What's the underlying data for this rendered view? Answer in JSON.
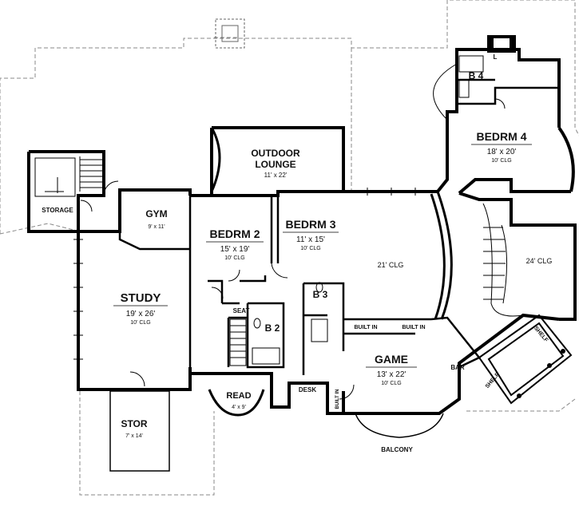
{
  "rooms": {
    "outdoor_lounge": {
      "name_line1": "OUTDOOR",
      "name_line2": "LOUNGE",
      "size": "11' x 22'"
    },
    "gym": {
      "name": "GYM",
      "size": "9' x 11'"
    },
    "storage": {
      "name": "STORAGE"
    },
    "study": {
      "name": "STUDY",
      "size": "19' x 26'",
      "ceiling": "10' CLG"
    },
    "bedrm2": {
      "name": "BEDRM 2",
      "size": "15' x 19'",
      "ceiling": "10' CLG"
    },
    "bedrm3": {
      "name": "BEDRM 3",
      "size": "11' x 15'",
      "ceiling": "10' CLG"
    },
    "bedrm4": {
      "name": "BEDRM 4",
      "size": "18' x 20'",
      "ceiling": "10' CLG"
    },
    "b2": {
      "name": "B 2"
    },
    "b3": {
      "name": "B 3"
    },
    "b4": {
      "name": "B 4"
    },
    "seat": {
      "name": "SEAT"
    },
    "read": {
      "name": "READ",
      "size": "4' x 9'"
    },
    "desk": {
      "name": "DESK"
    },
    "stor": {
      "name": "STOR",
      "size": "7' x 14'"
    },
    "game": {
      "name": "GAME",
      "size": "13' x 22'",
      "ceiling": "10' CLG"
    },
    "open_hall": {
      "ceiling": "21' CLG"
    },
    "stair_hall": {
      "ceiling": "24' CLG"
    },
    "balcony": {
      "name": "BALCONY"
    },
    "bar": {
      "name": "BAR"
    },
    "built_in_1": {
      "name": "BUILT IN"
    },
    "built_in_2": {
      "name": "BUILT IN"
    },
    "built_in_3": {
      "name": "BUILT IN"
    },
    "shelf_1": {
      "name": "SHELF"
    },
    "shelf_2": {
      "name": "SHELF"
    },
    "closet_l": {
      "name": "L"
    }
  }
}
